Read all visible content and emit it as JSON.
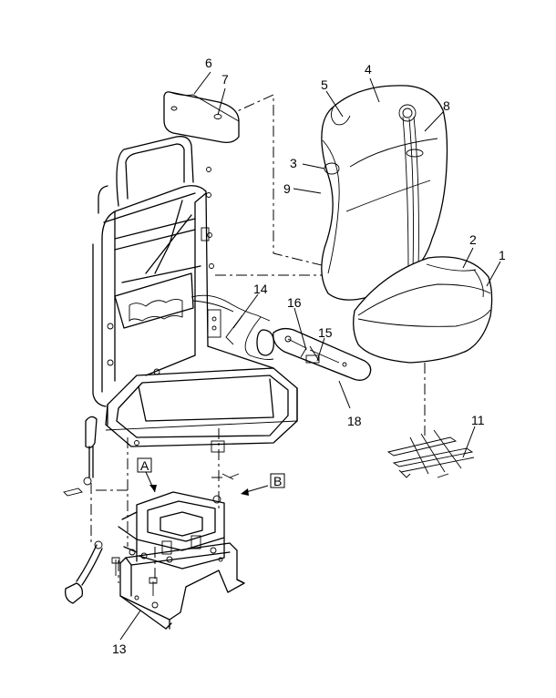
{
  "callouts": {
    "c1": "1",
    "c2": "2",
    "c3": "3",
    "c4": "4",
    "c5": "5",
    "c6": "6",
    "c7": "7",
    "c8": "8",
    "c9": "9",
    "c11": "11",
    "c13": "13",
    "c14": "14",
    "c15": "15",
    "c16": "16",
    "c18": "18"
  },
  "views": {
    "a": "A",
    "b": "B"
  }
}
